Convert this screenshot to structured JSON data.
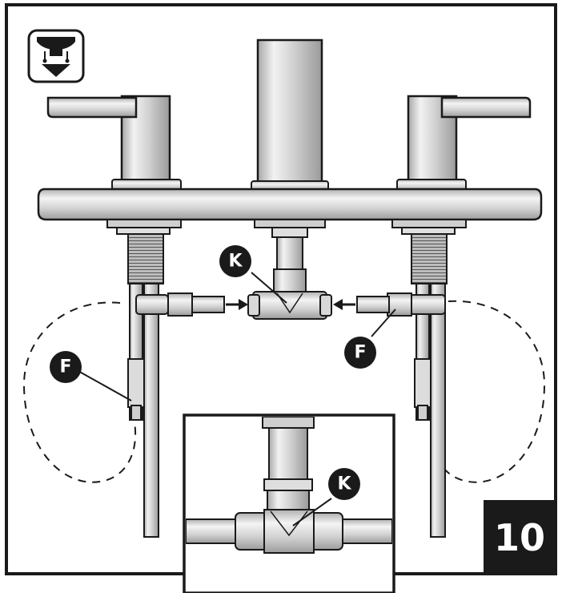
{
  "step": {
    "number": "10"
  },
  "icon": {
    "name": "under-sink-install-icon"
  },
  "callouts": {
    "tee_main": "K",
    "tee_detail": "K",
    "fitting_left": "F",
    "fitting_right": "F"
  },
  "colors": {
    "ink": "#1a1a1a",
    "metal": "#d6d6d6",
    "metal_dark": "#9a9a9a",
    "badge": "#1a1a1a"
  }
}
